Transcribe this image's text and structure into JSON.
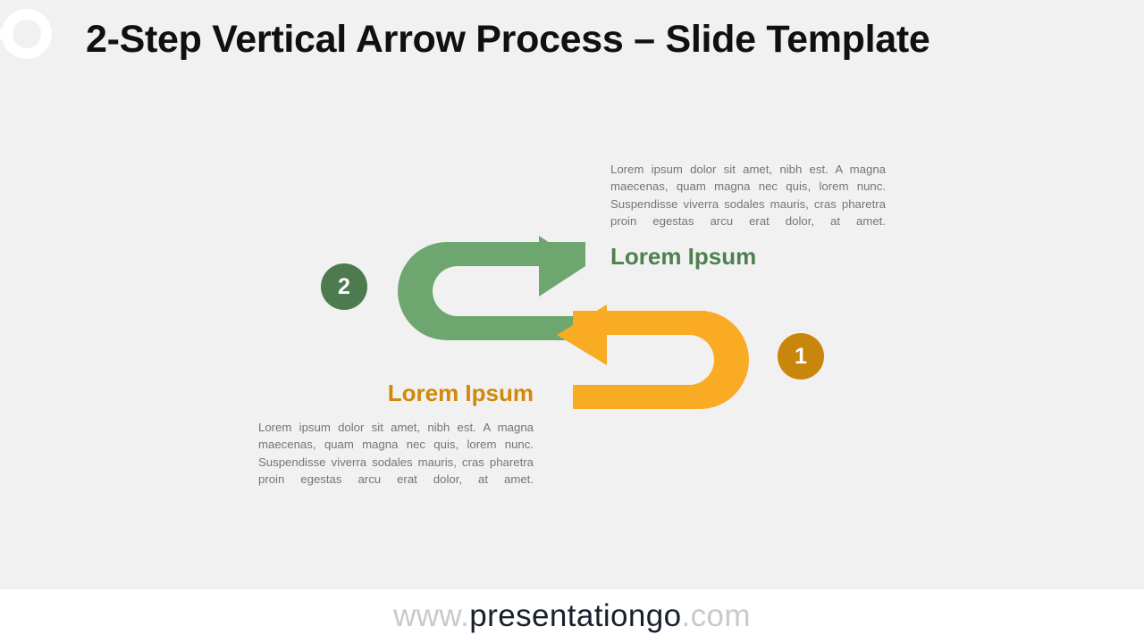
{
  "slide": {
    "title": "2-Step Vertical Arrow Process – Slide Template",
    "background_color": "#f1f1f1",
    "logo_watermark": "presentationgo-logo-icon"
  },
  "theme": {
    "green_arrow": "#6da66e",
    "green_badge": "#4d7a4e",
    "green_heading": "#4e8050",
    "orange_arrow": "#f9ab24",
    "orange_badge": "#c9860c",
    "orange_heading": "#d08908",
    "body_text": "#757575",
    "title_text": "#101010"
  },
  "steps": [
    {
      "number": "2",
      "heading": "Lorem Ipsum",
      "paragraph": "Lorem ipsum dolor sit amet, nibh est. A magna maecenas, quam magna nec quis, lorem nunc. Suspendisse viverra sodales mauris, cras pharetra proin egestas arcu erat dolor, at amet.",
      "color": "#6da66e",
      "badge_color": "#4d7a4e",
      "heading_color": "#4e8050",
      "arrow_direction": "right-u-turn"
    },
    {
      "number": "1",
      "heading": "Lorem Ipsum",
      "paragraph": "Lorem ipsum dolor sit amet, nibh est. A magna maecenas, quam magna nec quis, lorem nunc. Suspendisse viverra sodales mauris, cras pharetra proin egestas arcu erat dolor, at amet.",
      "color": "#f9ab24",
      "badge_color": "#c9860c",
      "heading_color": "#d08908",
      "arrow_direction": "left-u-turn"
    }
  ],
  "footer": {
    "prefix": "www.",
    "brand": "presentationgo",
    "suffix": ".com"
  }
}
